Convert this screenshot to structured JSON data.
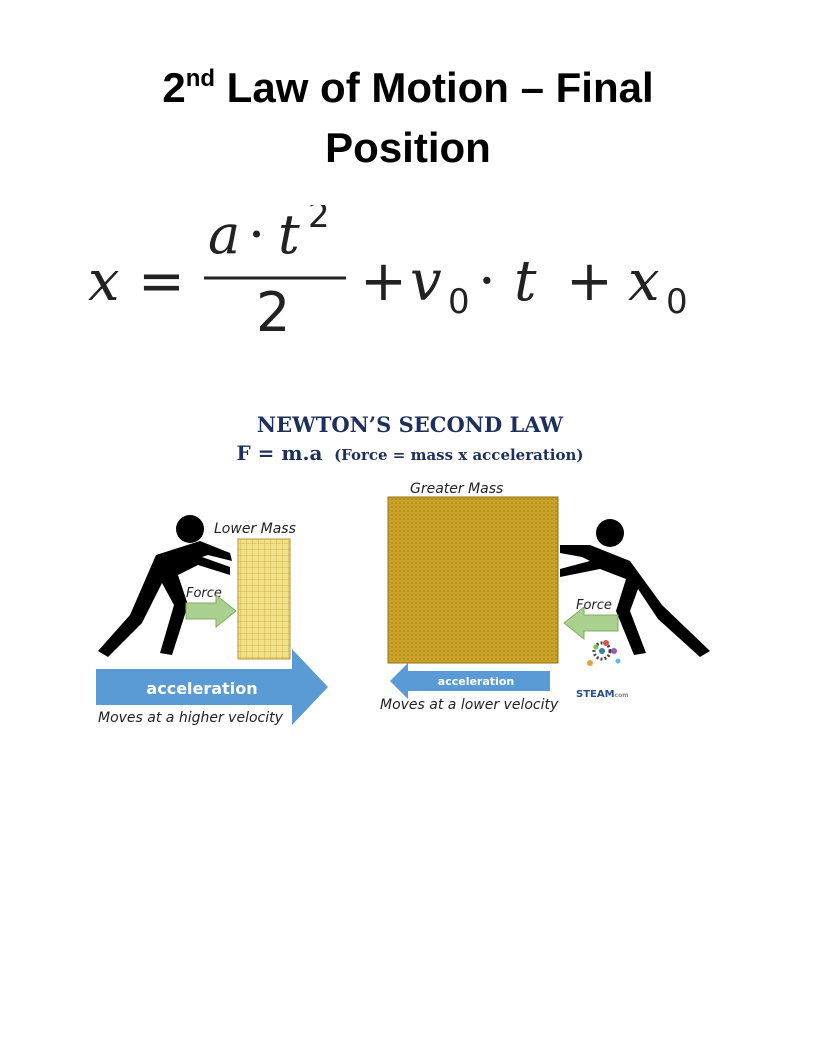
{
  "page": {
    "title_prefix": "2",
    "title_superscript": "nd",
    "title_rest": " Law of Motion – Final",
    "title_line2": "Position"
  },
  "formula": {
    "lhs": "x",
    "equals": "=",
    "numerator_var": "a",
    "dot": "·",
    "numerator_t": "t",
    "exponent": "2",
    "denominator": "2",
    "plus1": "+",
    "v": "v",
    "v_sub": "0",
    "dot2": "·",
    "t2": "t",
    "plus2": "+",
    "x": "x",
    "x_sub": "0"
  },
  "figure": {
    "heading": "NEWTON’S SECOND LAW",
    "formula_main": "F = m.a",
    "formula_expl": "(Force = mass x acceleration)",
    "left": {
      "mass_label": "Lower Mass",
      "force_label": "Force",
      "accel_label": "acceleration",
      "velocity_caption": "Moves at a higher velocity"
    },
    "right": {
      "mass_label": "Greater Mass",
      "force_label": "Force",
      "accel_label": "acceleration",
      "velocity_caption": "Moves at a lower velocity"
    },
    "logo_text": "STEAM",
    "logo_suffix": "com",
    "colors": {
      "accent_blue": "#5b9bd5",
      "force_green": "#a9d08e",
      "box_gold": "#c9a227",
      "small_box": "#f1e08a",
      "navy_text": "#1d2f5c"
    }
  }
}
